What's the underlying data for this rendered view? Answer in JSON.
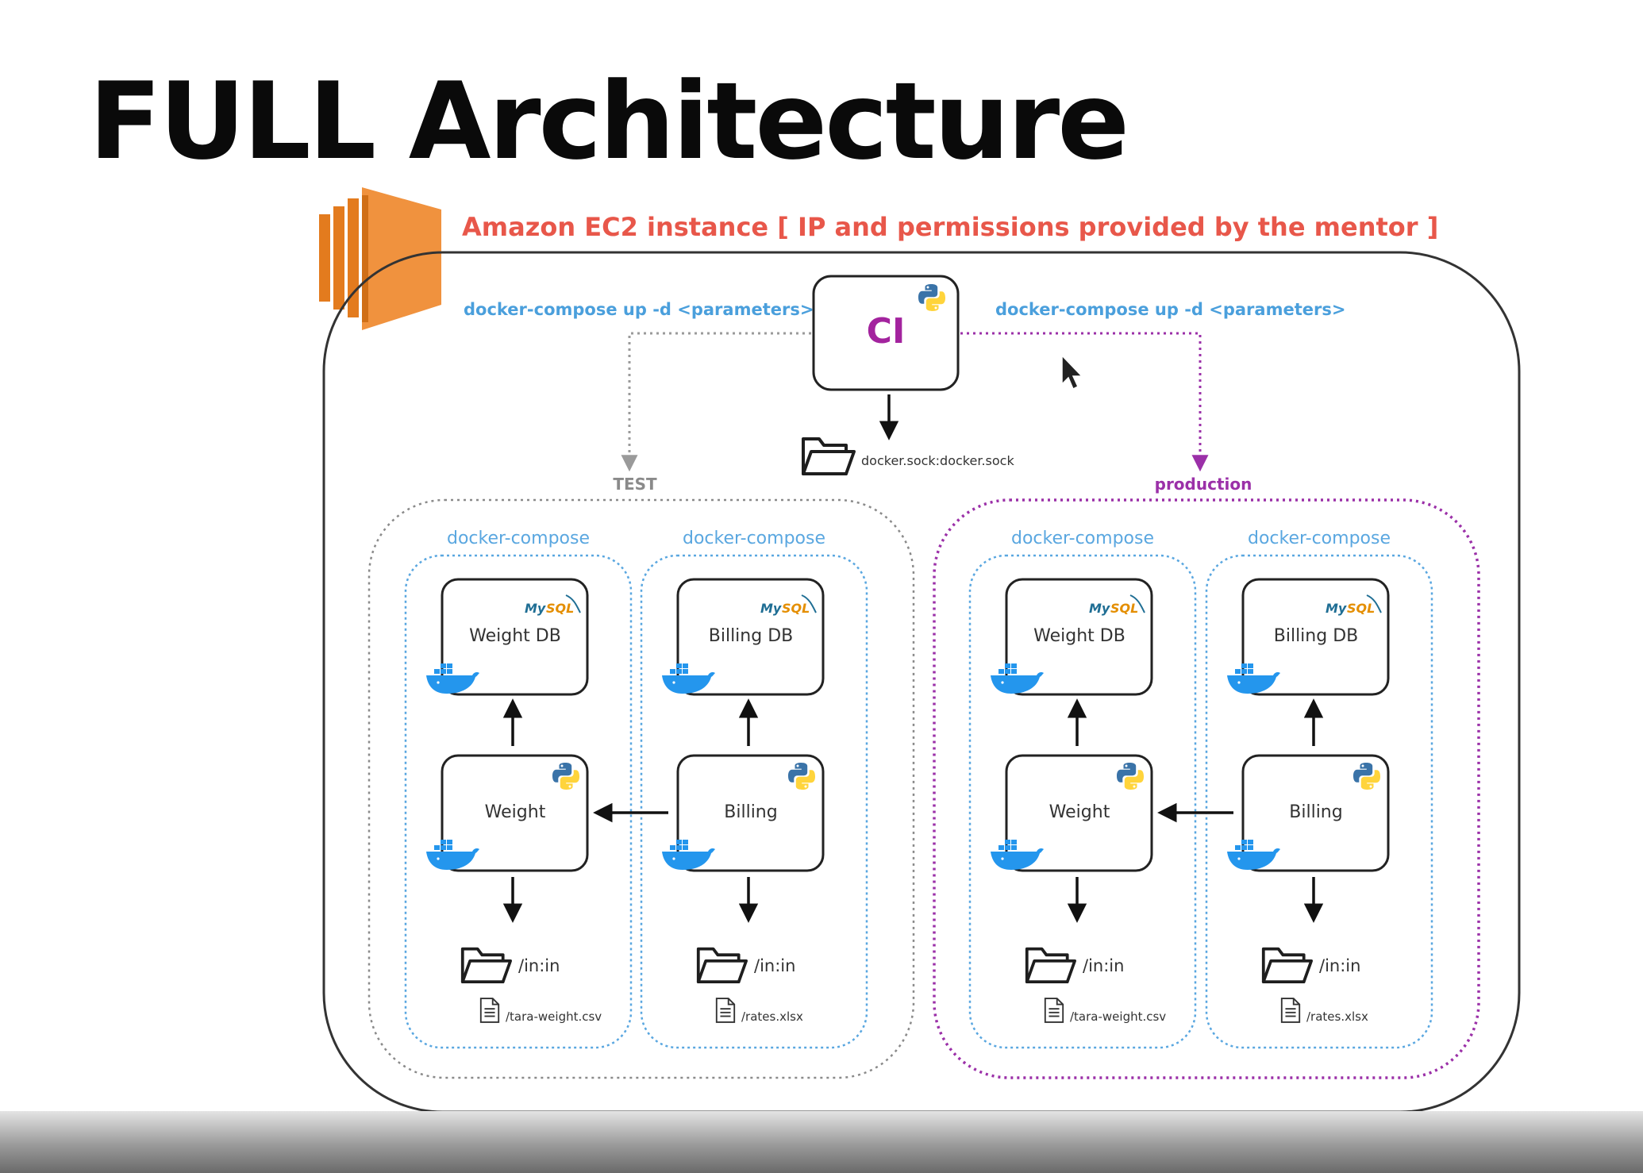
{
  "slide": {
    "title": "FULL Architecture"
  },
  "ec2": {
    "label": "Amazon EC2 instance [ IP and permissions provided by the mentor ]",
    "label_color": "#e8574a",
    "icon": "aws-ec2-icon",
    "icon_color": "#f0923e"
  },
  "ci": {
    "label": "CI",
    "label_color": "#a3239e",
    "icon": "python-icon",
    "volume": "docker.sock:docker.sock",
    "command_left": "docker-compose up -d <parameters>",
    "command_right": "docker-compose up -d <parameters>",
    "command_color": "#4a9fdc"
  },
  "environments": [
    {
      "label": "TEST",
      "color": "#8a8a8a",
      "stacks": [
        {
          "label": "docker-compose",
          "db": "Weight DB",
          "service": "Weight",
          "volume": "/in:in",
          "file": "/tara-weight.csv"
        },
        {
          "label": "docker-compose",
          "db": "Billing DB",
          "service": "Billing",
          "volume": "/in:in",
          "file": "/rates.xlsx"
        }
      ]
    },
    {
      "label": "production",
      "color": "#9b30a8",
      "stacks": [
        {
          "label": "docker-compose",
          "db": "Weight DB",
          "service": "Weight",
          "volume": "/in:in",
          "file": "/tara-weight.csv"
        },
        {
          "label": "docker-compose",
          "db": "Billing DB",
          "service": "Billing",
          "volume": "/in:in",
          "file": "/rates.xlsx"
        }
      ]
    }
  ],
  "icons": {
    "db_logo": "MySQL",
    "container": "docker-icon",
    "service": "python-icon",
    "folder": "folder-icon",
    "file": "file-icon",
    "pointer": "mouse-cursor-icon"
  },
  "colors": {
    "mysql_blue": "#1f6e94",
    "mysql_orange": "#e48e00",
    "docker_blue": "#2496ed",
    "python_blue": "#3a73a8",
    "python_yellow": "#ffd43b",
    "compose_blue": "#5aa7e0"
  }
}
